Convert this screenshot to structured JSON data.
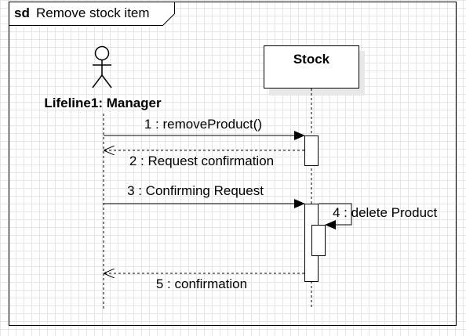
{
  "frame": {
    "keyword": "sd",
    "title": "Remove stock item"
  },
  "actor": {
    "label": "Lifeline1: Manager"
  },
  "object": {
    "label": "Stock"
  },
  "messages": [
    {
      "label": "1 : removeProduct()",
      "kind": "sync"
    },
    {
      "label": "2 : Request confirmation",
      "kind": "return"
    },
    {
      "label": "3 : Confirming Request",
      "kind": "sync"
    },
    {
      "label": "4 : delete Product",
      "kind": "self"
    },
    {
      "label": "5 : confirmation",
      "kind": "return"
    }
  ]
}
